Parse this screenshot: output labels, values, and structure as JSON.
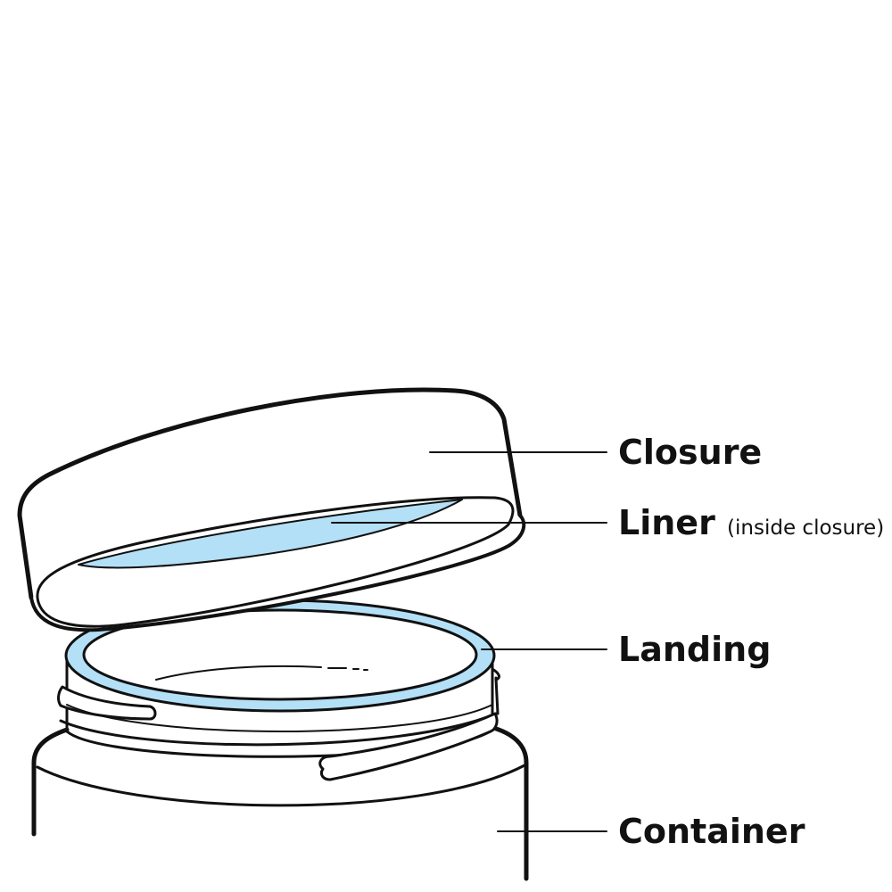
{
  "labels": {
    "closure": "Closure",
    "liner": "Liner",
    "liner_note": "(inside closure)",
    "landing": "Landing",
    "container": "Container"
  },
  "colors": {
    "liner_fill": "#b3e0f7",
    "landing_fill": "#b3e0f7",
    "outline": "#111111"
  }
}
